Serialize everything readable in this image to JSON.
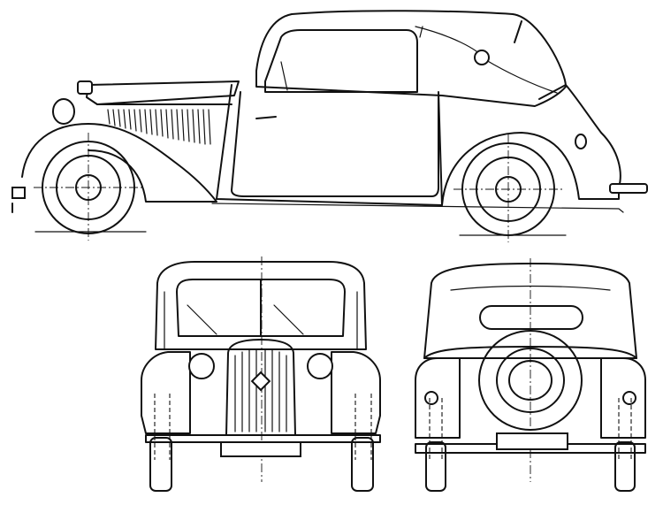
{
  "drawing": {
    "views": [
      "side-view",
      "front-view",
      "rear-view"
    ],
    "line_color": "#111111",
    "background_color": "#ffffff"
  }
}
